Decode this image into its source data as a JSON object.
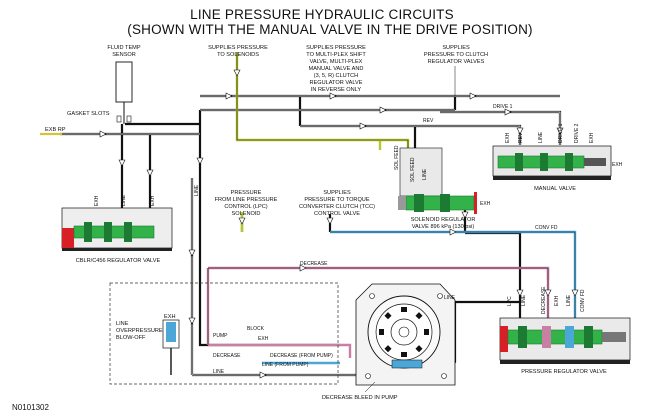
{
  "title": {
    "line1": "LINE PRESSURE HYDRAULIC CIRCUITS",
    "line2": "(SHOWN WITH THE MANUAL VALVE IN THE DRIVE POSITION)"
  },
  "labels": {
    "fluid_temp_1": "FLUID TEMP",
    "fluid_temp_2": "SENSOR",
    "sup_sol_1": "SUPPLIES PRESSURE",
    "sup_sol_2": "TO SOLENOIDS",
    "sup_mp_1": "SUPPLIES PRESSURE",
    "sup_mp_2": "TO MULTI-PLEX SHIFT",
    "sup_mp_3": "VALVE, MULTI-PLEX",
    "sup_mp_4": "MANUAL VALVE AND",
    "sup_mp_5": "(3, 5, R) CLUTCH",
    "sup_mp_6": "REGULATOR VALVE",
    "sup_mp_7": "IN REVERSE ONLY",
    "sup_cl_1": "SUPPLIES",
    "sup_cl_2": "PRESSURE TO CLUTCH",
    "sup_cl_3": "REGULATOR VALVES",
    "gasket": "GASKET SLOTS",
    "exb_rp": "EXB RP",
    "drive1": "DRIVE 1",
    "rev": "REV",
    "manual_valve": "MANUAL VALVE",
    "exh": "EXH",
    "line": "LINE",
    "drive2": "DRIVE 2",
    "sol_feed": "SOL FEED",
    "cblr": "CBLR/C456 REGULATOR VALVE",
    "lpc_1": "PRESSURE",
    "lpc_2": "FROM LINE PRESSURE",
    "lpc_3": "CONTROL (LPC)",
    "lpc_4": "SOLENOID",
    "tcc_1": "SUPPLIES",
    "tcc_2": "PRESSURE TO TORQUE",
    "tcc_3": "CONVERTER CLUTCH (TCC)",
    "tcc_4": "CONTROL VALVE",
    "sol_reg_1": "SOLENOID REGULATOR",
    "sol_reg_2": "VALVE 896 kPa (130 psi)",
    "conv_fd": "CONV FD",
    "decrease": "DECREASE",
    "line_op_1": "LINE",
    "line_op_2": "OVERPRESSURE",
    "line_op_3": "BLOW-OFF",
    "pump": "PUMP",
    "block": "BLOCK",
    "decrease_from_pump": "DECREASE (FROM PUMP)",
    "line_from_pump": "LINE (FROM PUMP)",
    "lpc": "LPC",
    "prv": "PRESSURE REGULATOR VALVE",
    "decrease_bleed": "DECREASE BLEED IN PUMP",
    "figure_id": "N0101302"
  },
  "colors": {
    "line_pressure": "#111111",
    "sol_feed": "#b7c92a",
    "rev_pressure": "#4a4a4a",
    "decrease": "#c77fa3",
    "conv_feed": "#4aa7d8",
    "valve_green": "#33b24a",
    "valve_dark_green": "#1d7a32",
    "valve_red": "#d81f26",
    "valve_body_gray": "#8c8c8c"
  }
}
